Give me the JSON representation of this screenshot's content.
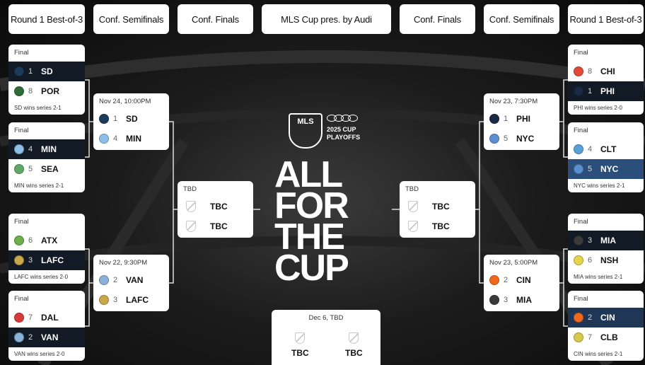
{
  "rounds": {
    "left_r1": "Round 1 Best-of-3",
    "left_semis": "Conf. Semifinals",
    "left_finals": "Conf. Finals",
    "final": "MLS Cup pres. by Audi",
    "right_finals": "Conf. Finals",
    "right_semis": "Conf. Semifinals",
    "right_r1": "Round 1 Best-of-3"
  },
  "left_r1": [
    {
      "status": "Final",
      "teams": [
        {
          "seed": "1",
          "abbr": "SD",
          "win": true,
          "color": "#1d3b5a"
        },
        {
          "seed": "8",
          "abbr": "POR",
          "win": false,
          "color": "#2e6b3b"
        }
      ],
      "note": "SD wins series 2-1"
    },
    {
      "status": "Final",
      "teams": [
        {
          "seed": "4",
          "abbr": "MIN",
          "win": true,
          "color": "#8cc0e8"
        },
        {
          "seed": "5",
          "abbr": "SEA",
          "win": false,
          "color": "#5fa86a"
        }
      ],
      "note": "MIN wins series 2-1"
    },
    {
      "status": "Final",
      "teams": [
        {
          "seed": "6",
          "abbr": "ATX",
          "win": false,
          "color": "#6bb04a"
        },
        {
          "seed": "3",
          "abbr": "LAFC",
          "win": true,
          "color": "#c9a84c"
        }
      ],
      "note": "LAFC wins series 2-0"
    },
    {
      "status": "Final",
      "teams": [
        {
          "seed": "7",
          "abbr": "DAL",
          "win": false,
          "color": "#d63a3a"
        },
        {
          "seed": "2",
          "abbr": "VAN",
          "win": true,
          "color": "#8ab3d9"
        }
      ],
      "note": "VAN wins series 2-0"
    }
  ],
  "left_semis": [
    {
      "date": "Nov 24, 10:00PM",
      "teams": [
        {
          "seed": "1",
          "abbr": "SD",
          "color": "#1d3b5a"
        },
        {
          "seed": "4",
          "abbr": "MIN",
          "color": "#8cc0e8"
        }
      ]
    },
    {
      "date": "Nov 22, 9:30PM",
      "teams": [
        {
          "seed": "2",
          "abbr": "VAN",
          "color": "#8ab3d9"
        },
        {
          "seed": "3",
          "abbr": "LAFC",
          "color": "#c9a84c"
        }
      ]
    }
  ],
  "left_final": {
    "date": "TBD",
    "team1": "TBC",
    "team2": "TBC"
  },
  "right_final": {
    "date": "TBD",
    "team1": "TBC",
    "team2": "TBC"
  },
  "right_semis": [
    {
      "date": "Nov 23, 7:30PM",
      "teams": [
        {
          "seed": "1",
          "abbr": "PHI",
          "color": "#1a2a44"
        },
        {
          "seed": "5",
          "abbr": "NYC",
          "color": "#5b8fd1"
        }
      ]
    },
    {
      "date": "Nov 23, 5:00PM",
      "teams": [
        {
          "seed": "2",
          "abbr": "CIN",
          "color": "#f06a1d"
        },
        {
          "seed": "3",
          "abbr": "MIA",
          "color": "#3a3a3a"
        }
      ]
    }
  ],
  "right_r1": [
    {
      "status": "Final",
      "teams": [
        {
          "seed": "8",
          "abbr": "CHI",
          "win": false,
          "color": "#e24a3a"
        },
        {
          "seed": "1",
          "abbr": "PHI",
          "win": true,
          "color": "#1a2a44"
        }
      ],
      "note": "PHI wins series 2-0"
    },
    {
      "status": "Final",
      "teams": [
        {
          "seed": "4",
          "abbr": "CLT",
          "win": false,
          "color": "#5aa0d8"
        },
        {
          "seed": "5",
          "abbr": "NYC",
          "win": true,
          "color": "#5b8fd1"
        }
      ],
      "note": "NYC wins series 2-1"
    },
    {
      "status": "Final",
      "teams": [
        {
          "seed": "3",
          "abbr": "MIA",
          "win": true,
          "color": "#3a3a3a"
        },
        {
          "seed": "6",
          "abbr": "NSH",
          "win": false,
          "color": "#e8d44a"
        }
      ],
      "note": "MIA wins series 2-1"
    },
    {
      "status": "Final",
      "teams": [
        {
          "seed": "2",
          "abbr": "CIN",
          "win": true,
          "color": "#f06a1d"
        },
        {
          "seed": "7",
          "abbr": "CLB",
          "win": false,
          "color": "#d8c84a"
        }
      ],
      "note": "CIN wins series 2-1"
    }
  ],
  "cup_final": {
    "date": "Dec 6, TBD",
    "team1": "TBC",
    "team2": "TBC"
  },
  "branding": {
    "mls": "MLS",
    "cup_line1": "2025 CUP",
    "cup_line2": "PLAYOFFS",
    "line1": "ALL",
    "line2": "FOR",
    "line3": "THE",
    "line4": "CUP"
  }
}
